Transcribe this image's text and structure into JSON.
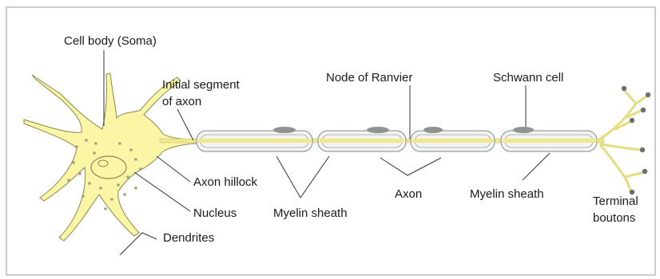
{
  "labels": {
    "cell_body": "Cell body (Soma)",
    "initial_segment_line1": "Initial segment",
    "initial_segment_line2": "of axon",
    "node_of_ranvier": "Node of Ranvier",
    "schwann_cell": "Schwann cell",
    "axon_hillock": "Axon hillock",
    "nucleus": "Nucleus",
    "dendrites": "Dendrites",
    "myelin_sheath_left": "Myelin sheath",
    "axon": "Axon",
    "myelin_sheath_right": "Myelin sheath",
    "terminal_line1": "Terminal",
    "terminal_line2": "boutons"
  },
  "colors": {
    "cell_fill": "#fbf5a6",
    "cell_stroke": "#8a8550",
    "axon": "#f0e88a",
    "myelin_fill": "#f3f4f2",
    "myelin_stroke": "#7e8a8a",
    "schwann_nucleus": "#8e948e",
    "bouton": "#6e6e6e",
    "leader": "#333333",
    "frame": "#9a9a9a"
  }
}
